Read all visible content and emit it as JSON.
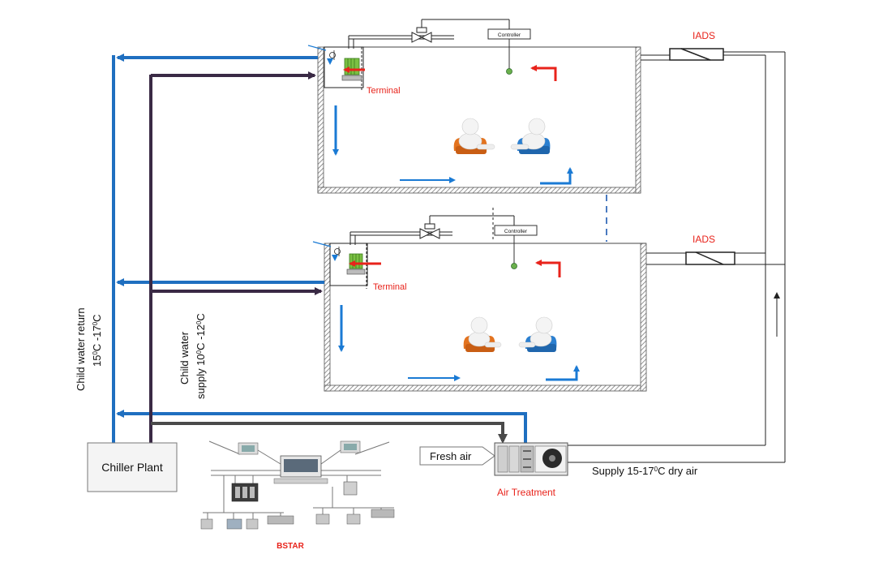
{
  "labels": {
    "iads_top": "IADS",
    "iads_bottom": "IADS",
    "controller_top": "Controller",
    "controller_bottom": "Controller",
    "terminal_top": "Terminal",
    "terminal_bottom": "Terminal",
    "chiller_plant": "Chiller Plant",
    "fresh_air": "Fresh air",
    "air_treatment": "Air Treatment",
    "supply_prefix": "Supply 15-17",
    "supply_sup": "0",
    "supply_suffix": "C dry air",
    "bstar": "BSTAR",
    "return_line1": "Child water return",
    "return_line2_a": "15",
    "return_line2_sup1": "0",
    "return_line2_b": "C -17",
    "return_line2_sup2": "0",
    "return_line2_c": "C",
    "supply_water_line1": "Child water",
    "supply_water_line2_a": "supply 10",
    "supply_water_line2_sup1": "0",
    "supply_water_line2_b": "C -12",
    "supply_water_line2_sup2": "0",
    "supply_water_line2_c": "C"
  },
  "colors": {
    "return_pipe": "#1f6fc0",
    "supply_pipe": "#3a2a45",
    "air_flow": "#1a7ad4",
    "red_arrow": "#e8231b",
    "wall": "#555555"
  }
}
